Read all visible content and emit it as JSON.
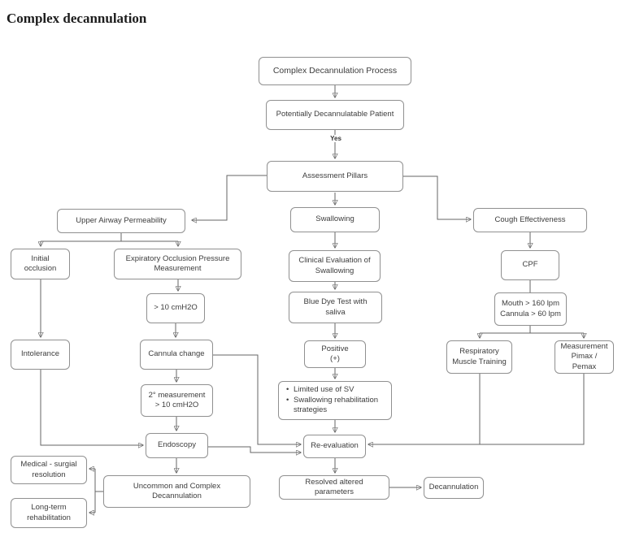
{
  "title": "Complex decannulation",
  "flowchart": {
    "yes_label": "Yes",
    "colors": {
      "box_border": "#909090",
      "box_fill": "#ffffff",
      "line": "#666666",
      "arrowhead": "#2e2e2e",
      "text": "#3d3d3d"
    },
    "nodes": {
      "process": {
        "label": "Complex Decannulation Process"
      },
      "potentially": {
        "label": "Potentially Decannulatable Patient"
      },
      "assessment": {
        "label": "Assessment Pillars"
      },
      "swallowing": {
        "label": "Swallowing"
      },
      "uap": {
        "label": "Upper Airway Permeability"
      },
      "initial": {
        "lines": [
          "Initial",
          "occlusion"
        ]
      },
      "eopm": {
        "lines": [
          "Expiratory Occlusion Pressure",
          "Measurement"
        ]
      },
      "gt10": {
        "label": "> 10 cmH2O"
      },
      "intolerance": {
        "label": "Intolerance"
      },
      "cannula": {
        "label": "Cannula change"
      },
      "meas2": {
        "lines": [
          "2° measurement",
          "> 10 cmH2O"
        ]
      },
      "endoscopy": {
        "label": "Endoscopy"
      },
      "medical": {
        "lines": [
          "Medical - surgial",
          "resolution"
        ]
      },
      "longterm": {
        "lines": [
          "Long-term",
          "rehabilitation"
        ]
      },
      "uncommon": {
        "lines": [
          "Uncommon and Complex",
          "Decannulation"
        ]
      },
      "clinical": {
        "lines": [
          "Clinical Evaluation of",
          "Swallowing"
        ]
      },
      "bluedye": {
        "lines": [
          "Blue Dye Test with",
          "saliva"
        ]
      },
      "positive": {
        "lines": [
          "Positive",
          "(+)"
        ]
      },
      "sv_strategies": {
        "items": [
          "Limited use of SV",
          "Swallowing rehabilitation strategies"
        ]
      },
      "reeval": {
        "label": "Re-evaluation"
      },
      "resolved": {
        "lines": [
          "Resolved altered",
          "parameters"
        ]
      },
      "decann": {
        "label": "Decannulation"
      },
      "cough": {
        "label": "Cough Effectiveness"
      },
      "cpf": {
        "label": "CPF"
      },
      "mouth": {
        "lines": [
          "Mouth > 160 lpm",
          "Cannula > 60 lpm"
        ]
      },
      "rmt": {
        "lines": [
          "Respiratory",
          "Muscle Training"
        ]
      },
      "pimax": {
        "lines": [
          "Measurement",
          "Pimax / Pemax"
        ]
      }
    }
  }
}
